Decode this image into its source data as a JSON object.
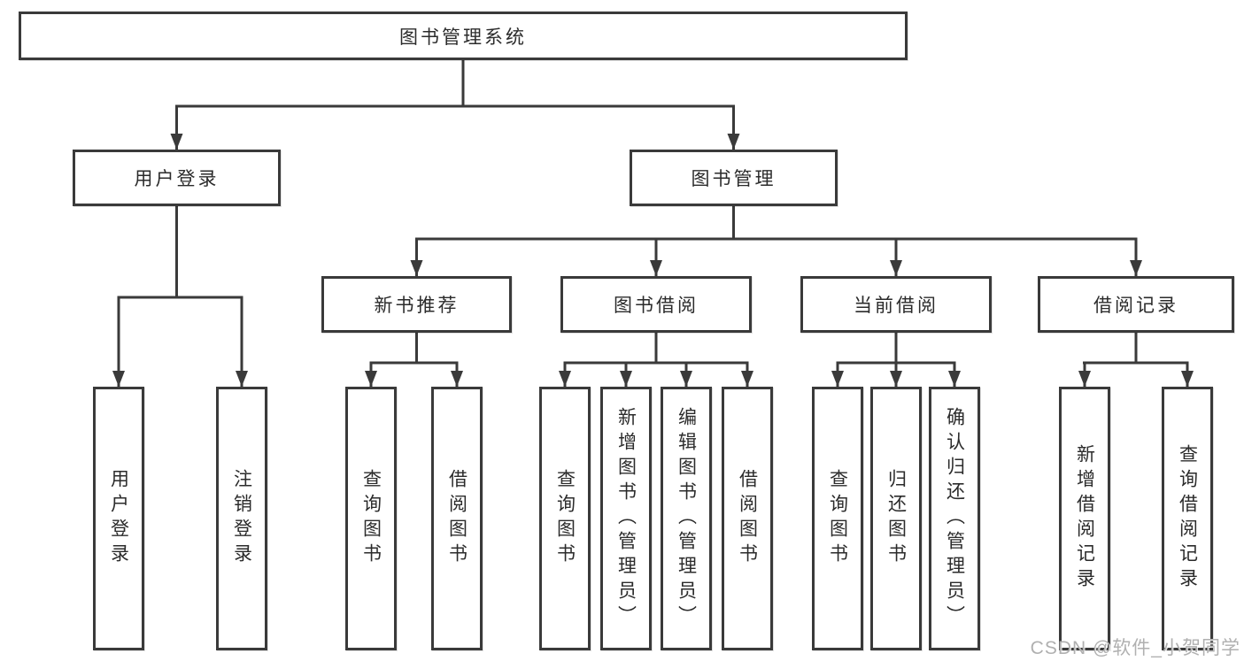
{
  "tree": {
    "root": {
      "label": "图书管理系统",
      "children": [
        {
          "label": "用户登录",
          "children": [
            {
              "label": "用户登录"
            },
            {
              "label": "注销登录"
            }
          ]
        },
        {
          "label": "图书管理",
          "children": [
            {
              "label": "新书推荐",
              "children": [
                {
                  "label": "查询图书"
                },
                {
                  "label": "借阅图书"
                }
              ]
            },
            {
              "label": "图书借阅",
              "children": [
                {
                  "label": "查询图书"
                },
                {
                  "label": "新增图书（管理员）"
                },
                {
                  "label": "编辑图书（管理员）"
                },
                {
                  "label": "借阅图书"
                }
              ]
            },
            {
              "label": "当前借阅",
              "children": [
                {
                  "label": "查询图书"
                },
                {
                  "label": "归还图书"
                },
                {
                  "label": "确认归还（管理员）"
                }
              ]
            },
            {
              "label": "借阅记录",
              "children": [
                {
                  "label": "新增借阅记录"
                },
                {
                  "label": "查询借阅记录"
                }
              ]
            }
          ]
        }
      ]
    }
  },
  "watermark": {
    "text": "CSDN @软件_小贺同学"
  },
  "style": {
    "line_color": "#3a3a3a",
    "box_border_color": "#3a3a3a",
    "text_color": "#2b2b2b",
    "watermark_color": "#b0b0b0",
    "background": "#ffffff"
  }
}
